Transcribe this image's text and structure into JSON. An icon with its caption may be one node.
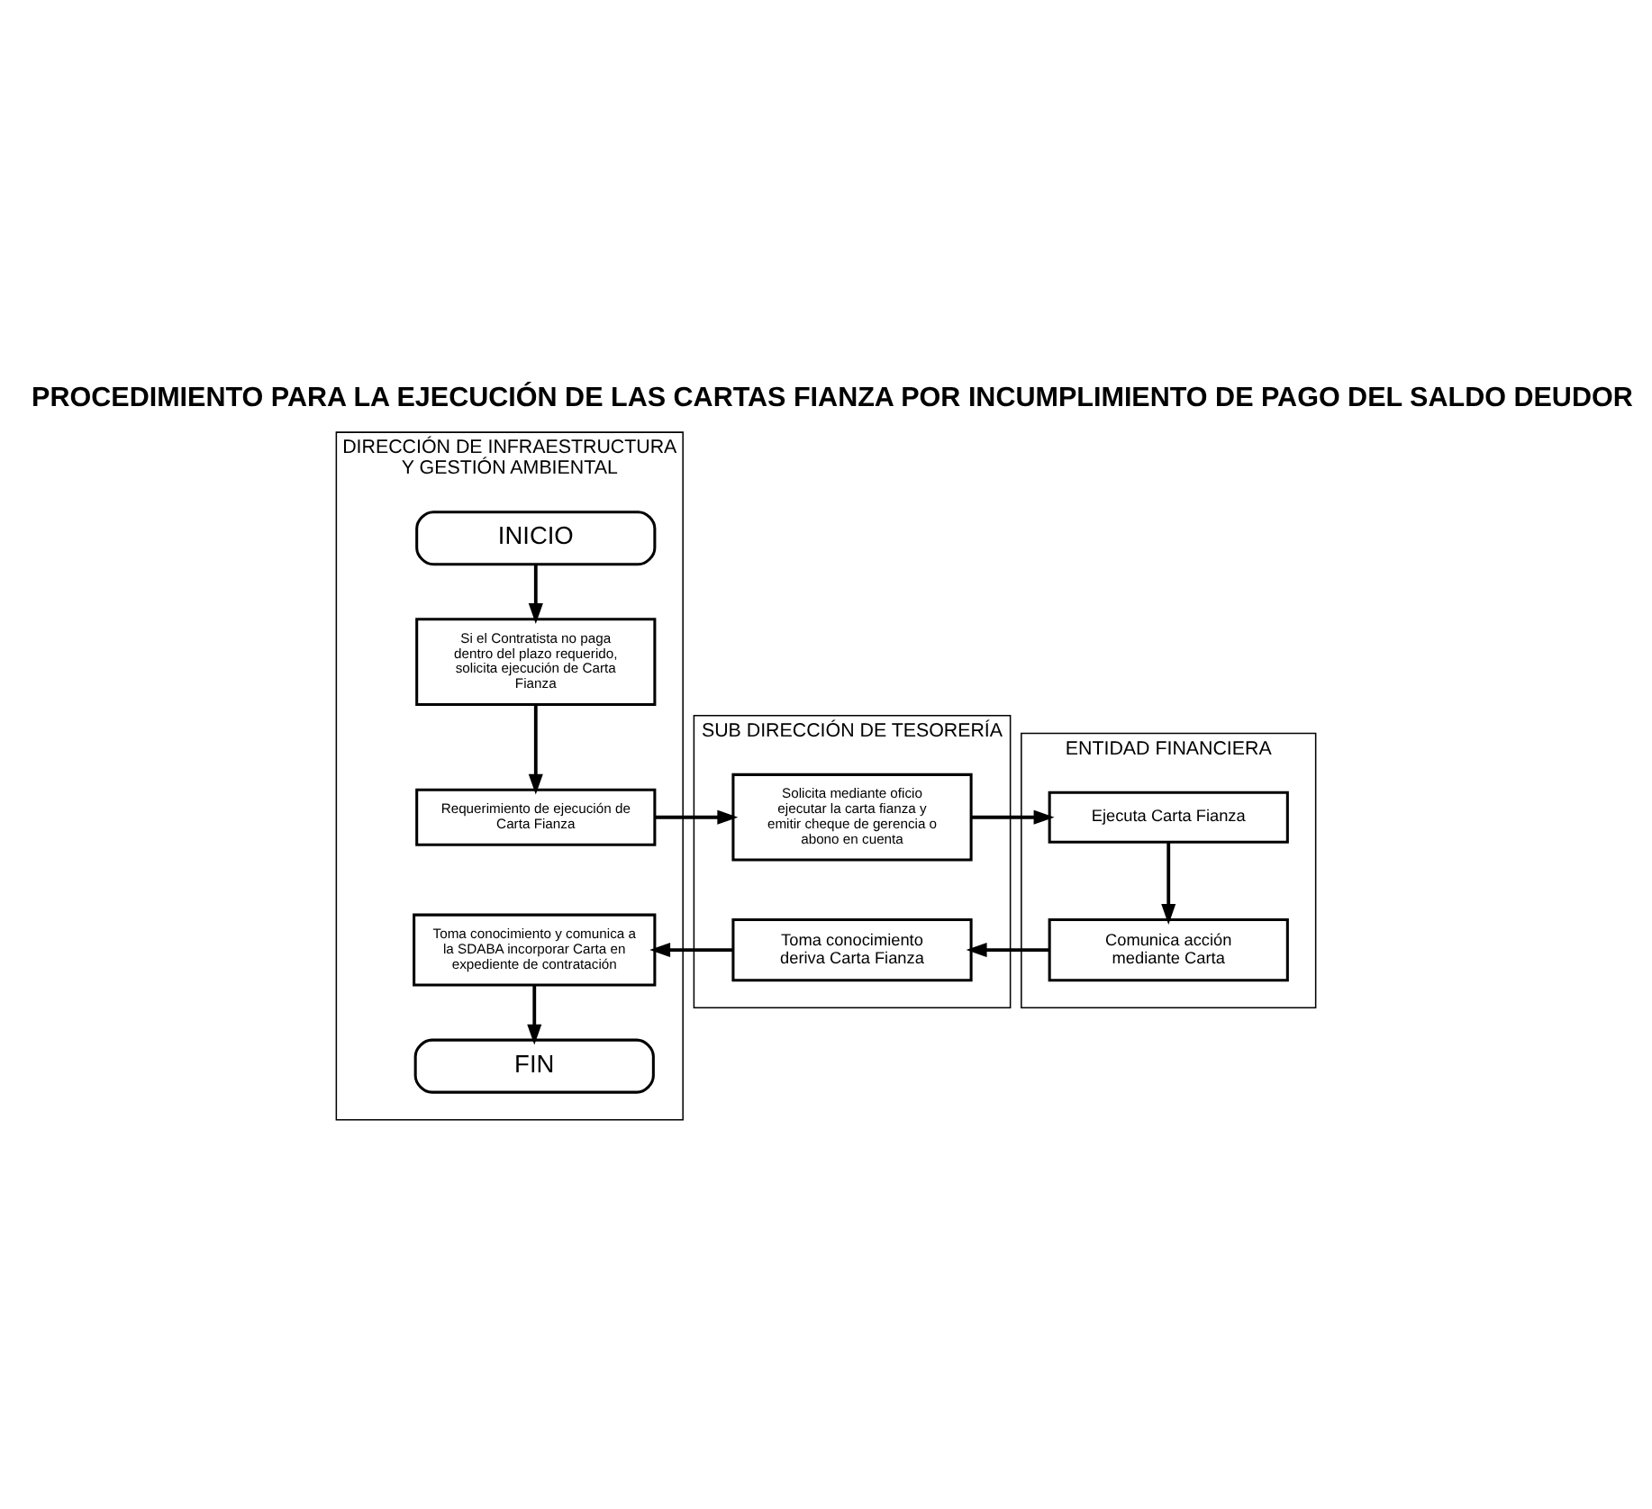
{
  "diagram": {
    "title": "PROCEDIMIENTO PARA LA EJECUCIÓN DE LAS CARTAS FIANZA POR INCUMPLIMIENTO DE PAGO DEL SALDO DEUDOR",
    "nodes": [
      {
        "text": [
          "DIRECCIÓN DE INFRAESTRUCTURA Y GESTIÓN AMBIENTAL"
        ]
      },
      {
        "text": [
          "SUB DIRECCIÓN DE TESORERÍA"
        ]
      },
      {
        "text": [
          "ENTIDAD FINANCIERA"
        ]
      },
      {
        "text": [
          "INICIO"
        ],
        "in": 0
      },
      {
        "text": [
          "Si el Contratista no paga dentro del plazo requerido, solicita ejecución de Carta Fianza"
        ],
        "in": 0
      },
      {
        "text": [
          "Requerimiento de ejecución de Carta Fianza"
        ],
        "in": 0
      },
      {
        "text": [
          "Solicita mediante oficio ejecutar la carta fianza y emitir cheque de gerencia o abono en cuenta"
        ],
        "in": 1
      },
      {
        "text": [
          "Ejecuta Carta Fianza"
        ],
        "in": 2
      },
      {
        "text": [
          "Comunica acción mediante Carta"
        ],
        "in": 2
      },
      {
        "text": [
          "Toma conocimiento deriva Carta Fianza"
        ],
        "in": 1
      },
      {
        "text": [
          "Toma conocimiento y comunica a la SDABA incorporar Carta en expediente de contratación"
        ],
        "in": 0
      },
      {
        "text": [
          "FIN"
        ],
        "in": 0
      }
    ],
    "edges": [
      {
        "from": 3,
        "to": 4,
        "arrow": "to"
      },
      {
        "from": 4,
        "to": 5,
        "arrow": "to"
      },
      {
        "from": 5,
        "to": 6,
        "arrow": "to"
      },
      {
        "from": 6,
        "to": 7,
        "arrow": "to"
      },
      {
        "from": 7,
        "to": 8,
        "arrow": "to"
      },
      {
        "from": 8,
        "to": 9,
        "arrow": "to"
      },
      {
        "from": 9,
        "to": 10,
        "arrow": "to"
      },
      {
        "from": 10,
        "to": 11,
        "arrow": "to"
      }
    ]
  }
}
